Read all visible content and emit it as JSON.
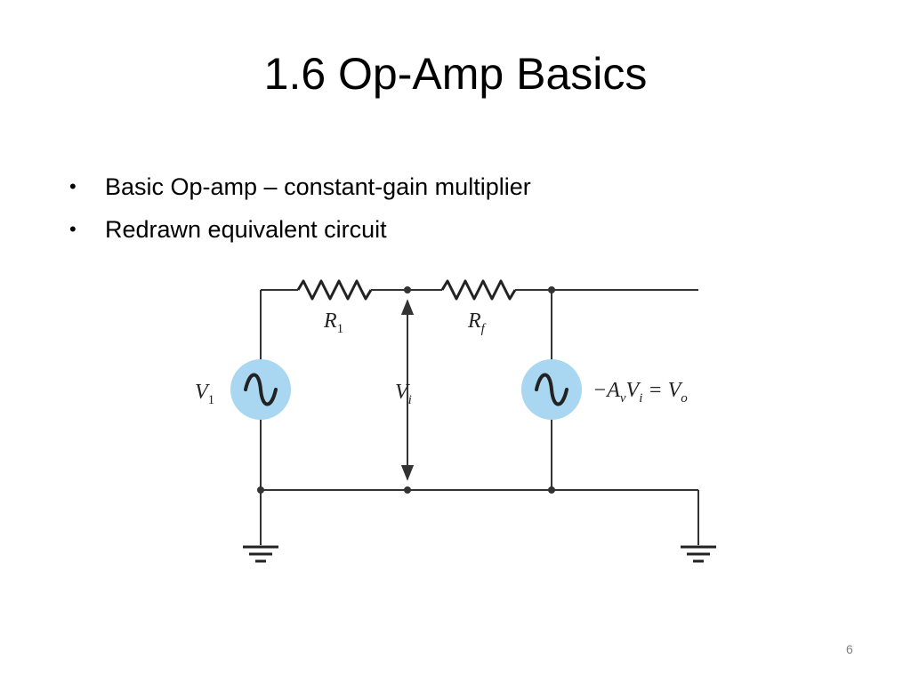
{
  "slide": {
    "title": "1.6 Op-Amp Basics",
    "bullets": [
      "Basic Op-amp – constant-gain multiplier",
      "Redrawn equivalent circuit"
    ],
    "page_number": "6"
  },
  "diagram": {
    "labels": {
      "r1": "R",
      "r1_sub": "1",
      "rf": "R",
      "rf_sub": "f",
      "v1": "V",
      "v1_sub": "1",
      "vi": "V",
      "vi_sub": "i",
      "output": "−A",
      "output_sub_v": "v",
      "output_vi": "V",
      "output_vi_sub": "i",
      "output_eq": " = V",
      "output_eq_sub": "o"
    },
    "colors": {
      "source_fill": "#a9d6f0",
      "wire": "#333333"
    },
    "icons": [
      "ac-source-icon",
      "ac-source-icon",
      "ground-icon",
      "ground-icon"
    ]
  }
}
